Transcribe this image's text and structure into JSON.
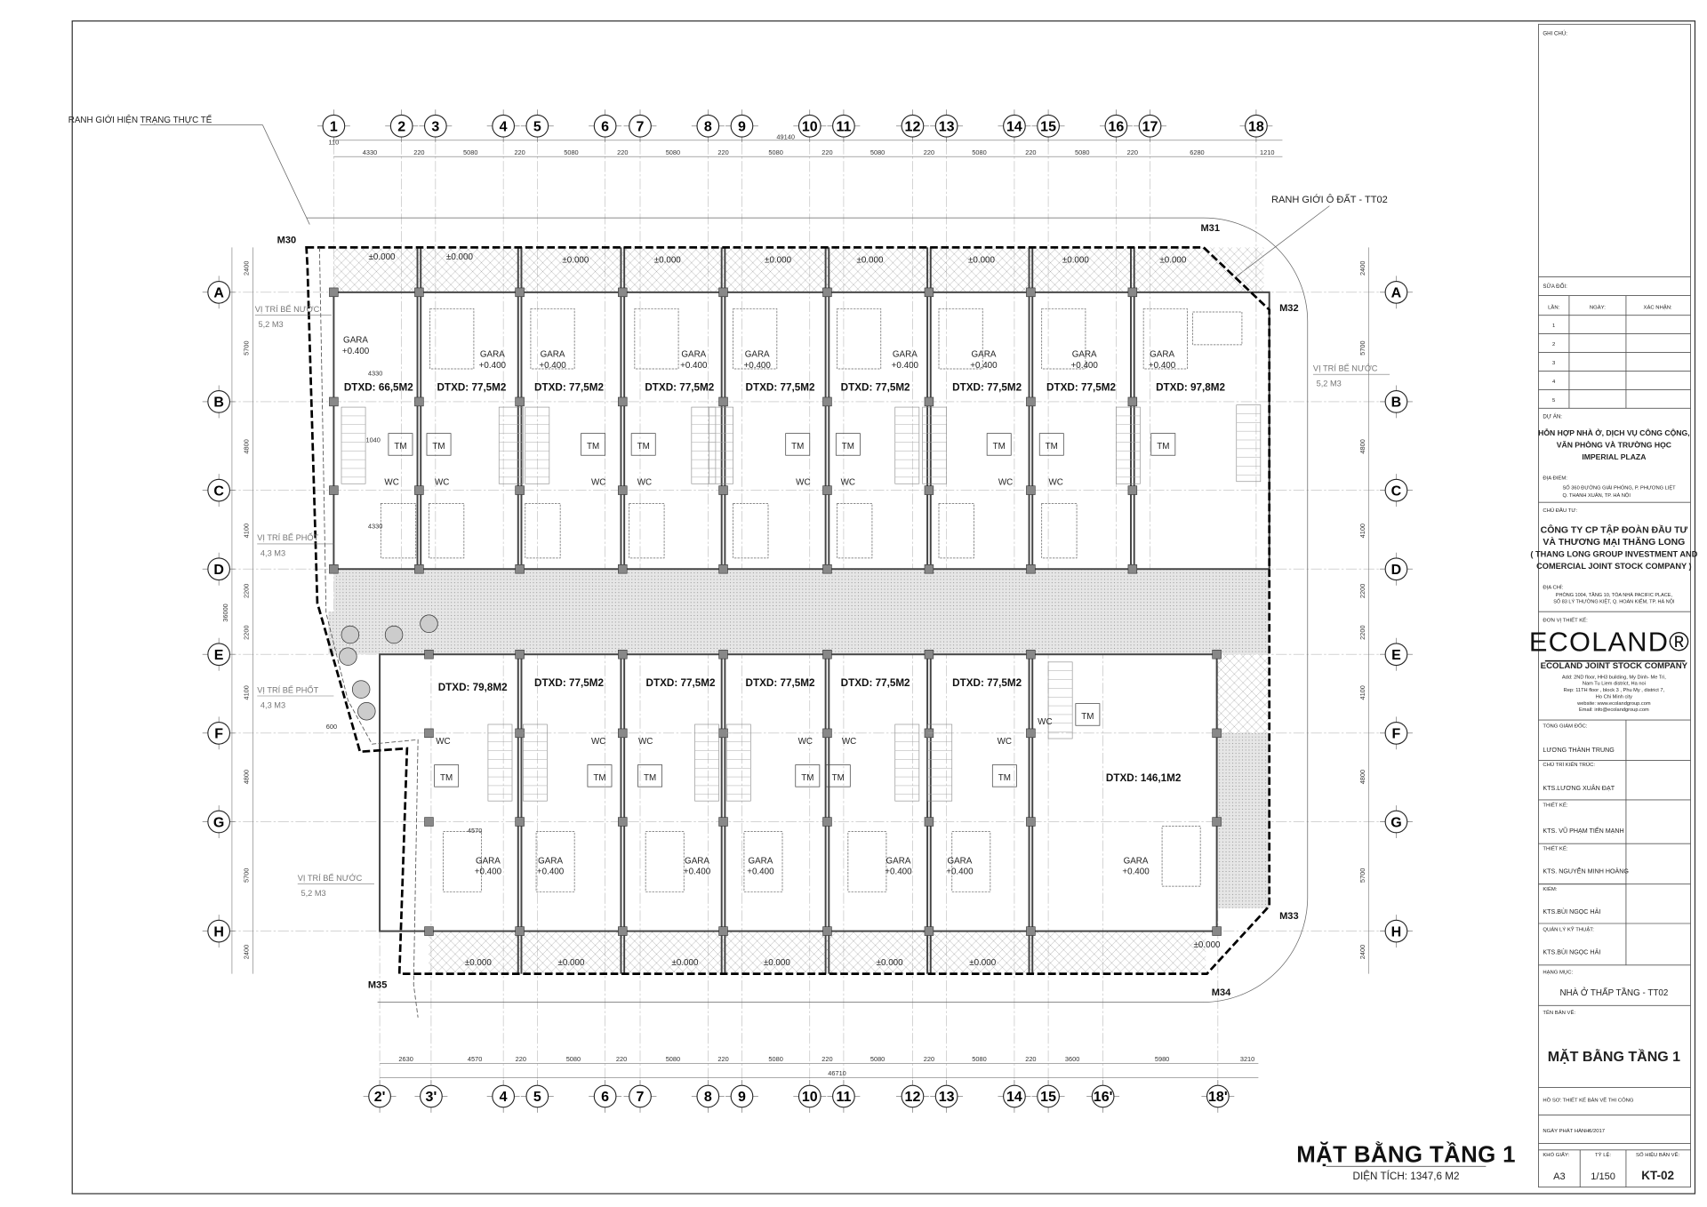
{
  "drawing": {
    "title": "MẶT BẰNG TẦNG 1",
    "area": "DIỆN TÍCH: 1347,6 M2",
    "boundary_actual_label": "RANH GIỚI HIỆN TRẠNG THỰC TẾ",
    "boundary_parcel_label": "RANH GIỚI Ô ĐẤT - TT02",
    "markers": [
      "M30",
      "M31",
      "M32",
      "M33",
      "M34",
      "M35"
    ],
    "grid_top": [
      "1",
      "2",
      "3",
      "4",
      "5",
      "6",
      "7",
      "8",
      "9",
      "10",
      "11",
      "12",
      "13",
      "14",
      "15",
      "16",
      "17",
      "18"
    ],
    "grid_bottom": [
      "2'",
      "3'",
      "4",
      "5",
      "6",
      "7",
      "8",
      "9",
      "10",
      "11",
      "12",
      "13",
      "14",
      "15",
      "16'",
      "18'"
    ],
    "grid_rows": [
      "A",
      "B",
      "C",
      "D",
      "E",
      "F",
      "G",
      "H"
    ],
    "dims_top_total": "49140",
    "dims_top_offset": "110",
    "dims_top": [
      "4330",
      "220",
      "5080",
      "220",
      "5080",
      "220",
      "5080",
      "220",
      "5080",
      "220",
      "5080",
      "220",
      "5080",
      "220",
      "5080",
      "220",
      "6280",
      "1210"
    ],
    "dims_bottom_total": "46710",
    "dims_bottom": [
      "2630",
      "4570",
      "220",
      "5080",
      "220",
      "5080",
      "220",
      "5080",
      "220",
      "5080",
      "220",
      "5080",
      "220",
      "3600",
      "5980",
      "3210"
    ],
    "dims_side_total": "36000",
    "dims_side": [
      "2400",
      "5700",
      "4800",
      "4100",
      "2200",
      "2200",
      "4100",
      "4800",
      "5700",
      "2400"
    ],
    "dims_inner": [
      "1040",
      "4330",
      "4330",
      "4570",
      "600"
    ],
    "tanks": [
      {
        "name": "VỊ TRÍ BỂ NƯỚC",
        "vol": "5,2 M3"
      },
      {
        "name": "VỊ TRÍ BỂ NƯỚC",
        "vol": "5,2 M3"
      },
      {
        "name": "VỊ TRÍ BỂ PHỐT",
        "vol": "4,3 M3"
      },
      {
        "name": "VỊ TRÍ BỂ PHỐT",
        "vol": "4,3 M3"
      },
      {
        "name": "VỊ TRÍ BỂ NƯỚC",
        "vol": "5,2 M3"
      }
    ],
    "level_yard": "±0.000",
    "level_garage": "+0.400",
    "garage_label": "GARA",
    "elevator_label": "TM",
    "wc_label": "WC",
    "units_top": [
      "DTXD: 66,5M2",
      "DTXD: 77,5M2",
      "DTXD: 77,5M2",
      "DTXD: 77,5M2",
      "DTXD: 77,5M2",
      "DTXD: 77,5M2",
      "DTXD: 77,5M2",
      "DTXD: 77,5M2",
      "DTXD: 97,8M2"
    ],
    "units_bottom": [
      "DTXD: 79,8M2",
      "DTXD: 77,5M2",
      "DTXD: 77,5M2",
      "DTXD: 77,5M2",
      "DTXD: 77,5M2",
      "DTXD: 77,5M2",
      "DTXD: 146,1M2"
    ]
  },
  "title_block": {
    "notes_label": "GHI CHÚ:",
    "revisions_label": "SỬA ĐỔI:",
    "revision_headers": [
      "LẦN:",
      "NGÀY:",
      "XÁC NHẬN:"
    ],
    "revision_rows": [
      "1",
      "2",
      "3",
      "4",
      "5"
    ],
    "project_label": "DỰ ÁN:",
    "project_lines": [
      "HỖN HỢP NHÀ Ở, DỊCH VỤ CÔNG CỘNG,",
      "VĂN PHÒNG VÀ TRƯỜNG HỌC",
      "IMPERIAL PLAZA"
    ],
    "location_label": "ĐỊA ĐIỂM:",
    "location_lines": [
      "SỐ 360 ĐƯỜNG GIẢI PHÓNG, P. PHƯƠNG LIỆT",
      "Q. THANH XUÂN, TP. HÀ NỘI"
    ],
    "owner_label": "CHỦ ĐẦU TƯ:",
    "owner_lines": [
      "CÔNG TY CP TẬP ĐOÀN ĐẦU TƯ",
      "VÀ THƯƠNG MẠI THĂNG LONG",
      "( THANG LONG GROUP INVESTMENT AND",
      "COMERCIAL JOINT STOCK COMPANY )"
    ],
    "owner_address_label": "ĐỊA CHỈ:",
    "owner_address_lines": [
      "PHÒNG 1004, TẦNG 10, TÒA NHÀ PACIFIC PLACE,",
      "SỐ 83 LÝ THƯỜNG KIỆT, Q. HOÀN KIẾM, TP. HÀ NỘI"
    ],
    "designer_label": "ĐƠN VỊ THIẾT KẾ:",
    "logo_text": "ECOLAND®",
    "designer_company": "ECOLAND JOINT STOCK COMPANY",
    "designer_address_lines": [
      "Add: 2ND floor, HH3 building, My Dinh- Me Tri,",
      "Nam Tu Liem district, Ha noi",
      "Rep: 11TH floor , block 3 , Phu My , district 7,",
      "Ho Chi Minh city",
      "website: www.ecolandgroup.com",
      "Email: info@ecolandgroup.com"
    ],
    "roles": [
      {
        "role": "TỔNG GIÁM ĐỐC:",
        "name": "LƯƠNG THÀNH TRUNG"
      },
      {
        "role": "CHỦ TRÌ KIẾN TRÚC:",
        "name": "KTS.LƯƠNG XUÂN ĐẠT"
      },
      {
        "role": "THIẾT KẾ:",
        "name": "KTS. VŨ PHẠM TIẾN MẠNH"
      },
      {
        "role": "THIẾT KẾ:",
        "name": "KTS. NGUYỄN MINH HOÀNG"
      },
      {
        "role": "KIỂM:",
        "name": "KTS.BÙI NGỌC HẢI"
      },
      {
        "role": "QUẢN LÝ KỸ THUẬT:",
        "name": "KTS.BÙI NGỌC HẢI"
      }
    ],
    "category_label": "HẠNG MỤC:",
    "category": "NHÀ Ở THẤP TẦNG - TT02",
    "drawing_name_label": "TÊN BẢN VẼ:",
    "drawing_name": "MẶT BẰNG TẦNG 1",
    "file_label": "HỒ SƠ:",
    "file_value": "THIẾT KẾ BẢN VẼ THI CÔNG",
    "issue_date_label": "NGÀY PHÁT HÀNH:",
    "issue_date": "6/2017",
    "paper_label": "KHỔ GIẤY:",
    "paper": "A3",
    "scale_label": "TỶ LỆ:",
    "scale": "1/150",
    "sheet_no_label": "SỐ HIỆU BẢN VẼ:",
    "sheet_no": "KT-02"
  }
}
